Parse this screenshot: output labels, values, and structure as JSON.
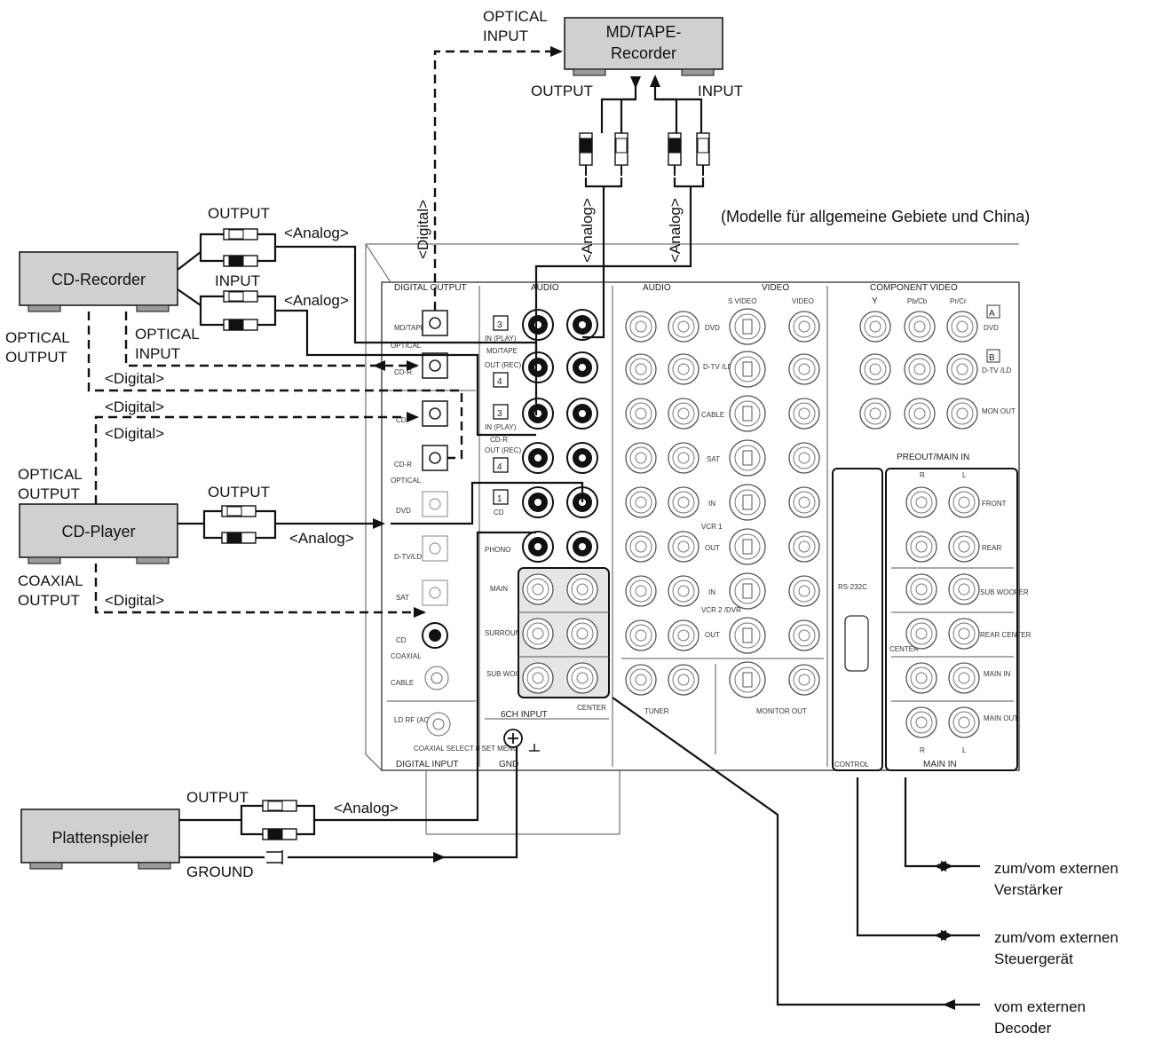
{
  "header": {
    "models_note": "(Modelle für allgemeine Gebiete und China)"
  },
  "devices": {
    "md_tape": {
      "line1": "MD/TAPE-",
      "line2": "Recorder"
    },
    "cd_recorder": "CD-Recorder",
    "cd_player": "CD-Player",
    "turntable": "Plattenspieler"
  },
  "labels": {
    "optical_input_1": "OPTICAL",
    "optical_input_2": "INPUT",
    "md_output": "OUTPUT",
    "md_input": "INPUT",
    "digital_vert": "<Digital>",
    "analog_vert_1": "<Analog>",
    "analog_vert_2": "<Analog>",
    "cdr_output": "OUTPUT",
    "cdr_analog_out": "<Analog>",
    "cdr_input": "INPUT",
    "cdr_analog_in": "<Analog>",
    "cdr_optical_output_1": "OPTICAL",
    "cdr_optical_output_2": "OUTPUT",
    "cdr_optical_input_1": "OPTICAL",
    "cdr_optical_input_2": "INPUT",
    "digital_a": "<Digital>",
    "digital_b": "<Digital>",
    "digital_c": "<Digital>",
    "cdp_optical_output_1": "OPTICAL",
    "cdp_optical_output_2": "OUTPUT",
    "cdp_output": "OUTPUT",
    "cdp_analog": "<Analog>",
    "cdp_coaxial_1": "COAXIAL",
    "cdp_coaxial_2": "OUTPUT",
    "cdp_digital": "<Digital>",
    "tt_output": "OUTPUT",
    "tt_analog": "<Analog>",
    "tt_ground": "GROUND"
  },
  "panel": {
    "digital_output": "DIGITAL OUTPUT",
    "audio": "AUDIO",
    "audio2": "AUDIO",
    "video": "VIDEO",
    "component_video": "COMPONENT VIDEO",
    "s_video": "S VIDEO",
    "video_col": "VIDEO",
    "y": "Y",
    "pb": "Pb/Cb",
    "pr": "Pr/Cr",
    "md_tape": "MD/TAPE",
    "optical": "OPTICAL",
    "cd_r": "CD-R",
    "cd": "CD",
    "dvd": "DVD",
    "dtv": "D-TV/LD",
    "sat": "SAT",
    "cable": "CABLE",
    "coaxial": "COAXIAL",
    "ld_rf": "LD RF (AC-3)",
    "coax_select": "COAXIAL SELECT 8 SET MENU",
    "digital_input": "DIGITAL INPUT",
    "in_play": "IN (PLAY)",
    "out_rec": "OUT (REC)",
    "md_tape_small": "MD/TAPE",
    "cdr_small": "CD-R",
    "cd_small": "CD",
    "phono": "PHONO",
    "main": "MAIN",
    "surround": "SURROUND",
    "sub_woofer": "SUB WOOFER",
    "center": "CENTER",
    "sixch": "6CH INPUT",
    "gnd": "GND",
    "dvd_r": "DVD",
    "dtv_r": "D-TV /LD",
    "cable_r": "CABLE",
    "sat_r": "SAT",
    "in": "IN",
    "vcr1": "VCR 1",
    "out": "OUT",
    "in2": "IN",
    "vcr2": "VCR 2 /DVR",
    "out2": "OUT",
    "tuner": "TUNER",
    "monitor_out": "MONITOR OUT",
    "comp_dvd": "DVD",
    "comp_dtv": "D-TV /LD",
    "comp_mon": "MON OUT",
    "a": "A",
    "b": "B",
    "preout": "PREOUT/MAIN IN",
    "rs232": "RS-232C",
    "control": "CONTROL",
    "front": "FRONT",
    "rear": "REAR",
    "sub_woofer_r": "SUB WOOFER",
    "rear_center": "REAR CENTER",
    "center_r": "CENTER",
    "main_in": "MAIN IN",
    "main_out": "MAIN OUT",
    "main_in_bottom": "MAIN IN",
    "r": "R",
    "l": "L"
  },
  "right_labels": {
    "amp_1": "zum/vom externen",
    "amp_2": "Verstärker",
    "ctrl_1": "zum/vom externen",
    "ctrl_2": "Steuergerät",
    "dec_1": "vom externen",
    "dec_2": "Decoder"
  }
}
